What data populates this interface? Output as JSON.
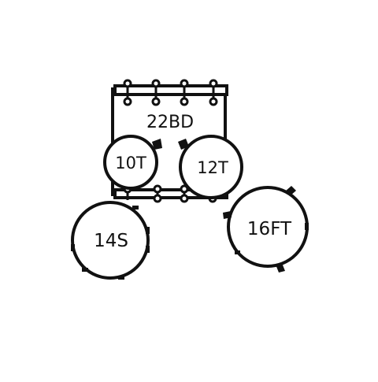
{
  "diagram": {
    "drums": {
      "bass": {
        "label": "22BD"
      },
      "tom10": {
        "label": "10T"
      },
      "tom12": {
        "label": "12T"
      },
      "snare": {
        "label": "14S"
      },
      "floor_tom": {
        "label": "16FT"
      }
    },
    "colors": {
      "ink": "#111111",
      "fill": "#ffffff",
      "paper": "#ffffff"
    }
  }
}
